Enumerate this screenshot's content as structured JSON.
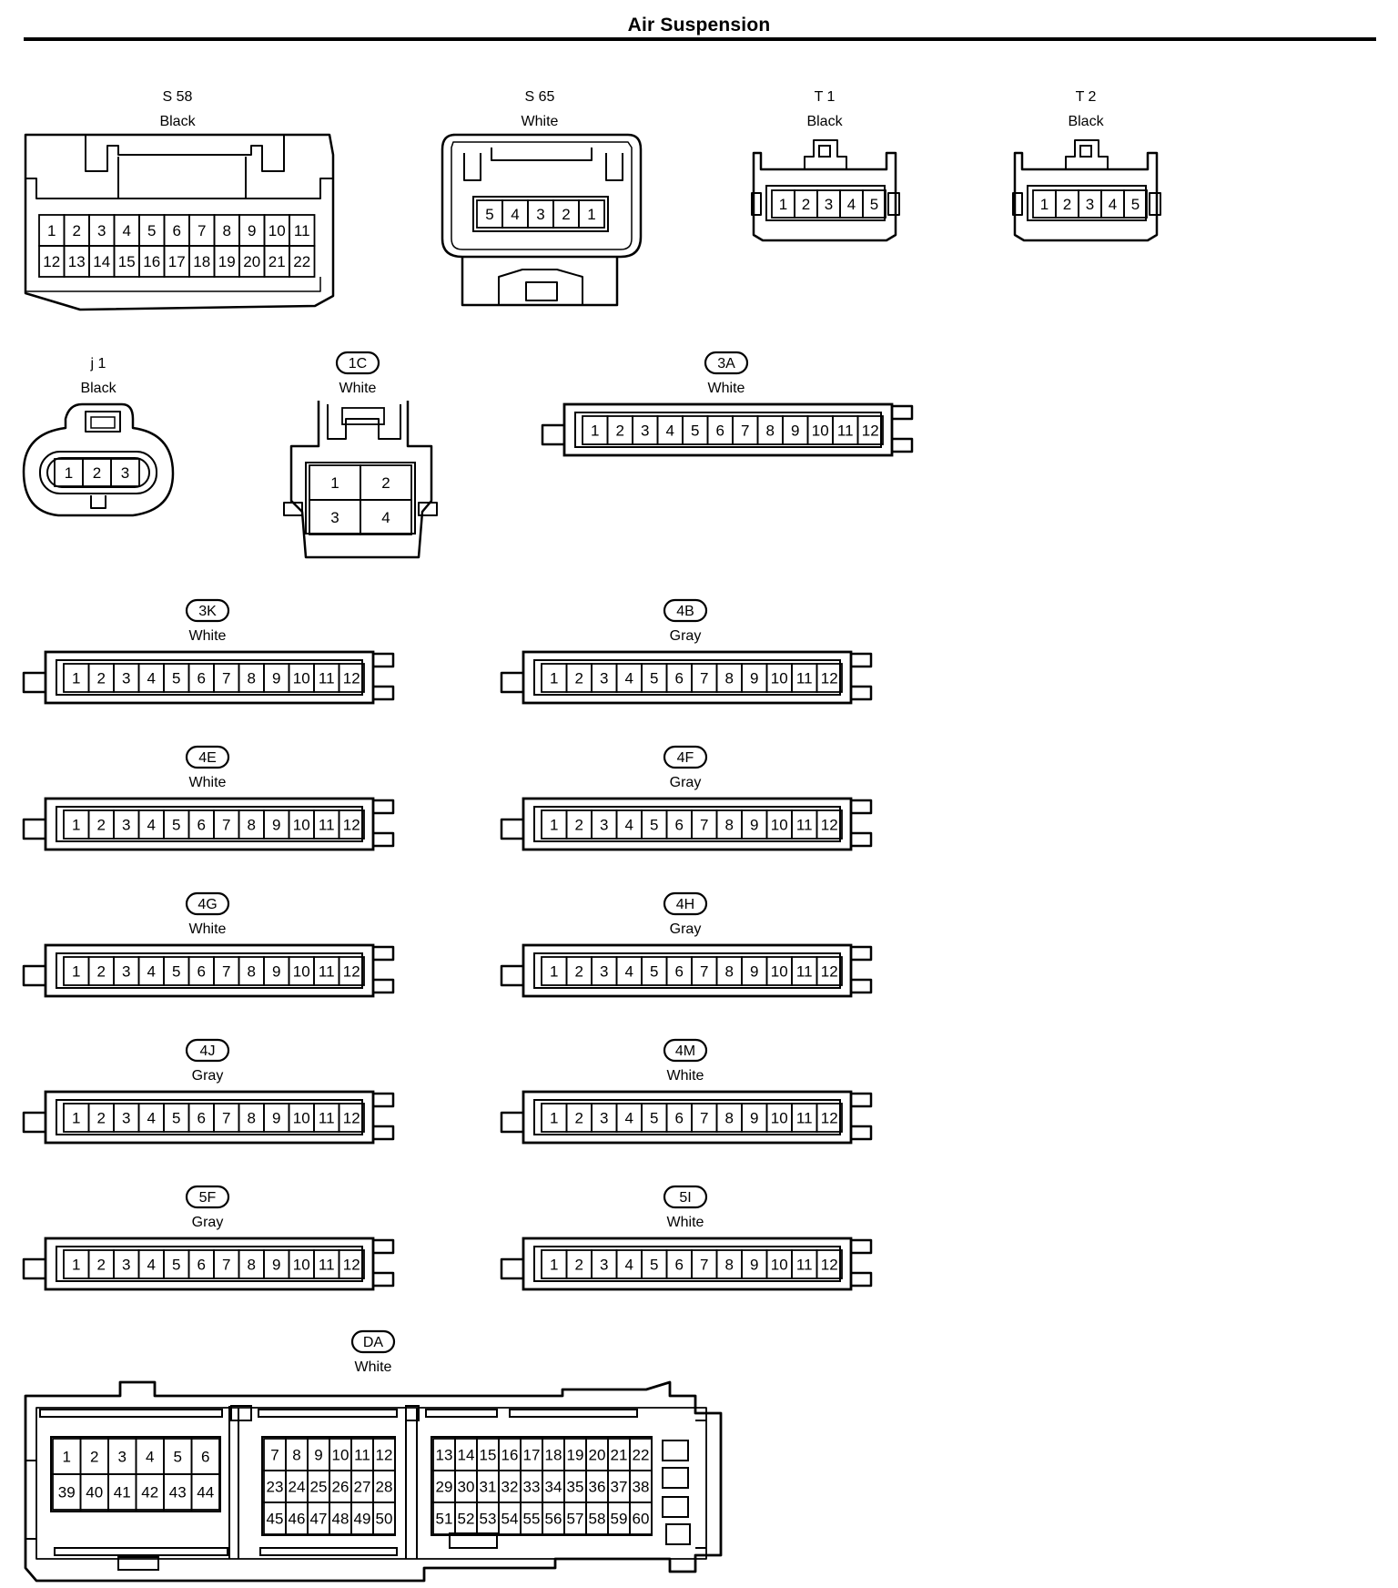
{
  "title": "Air Suspension",
  "connectors": [
    {
      "code": "S 58",
      "color": "Black",
      "style": "plain",
      "pins": [
        [
          "1",
          "2",
          "3",
          "4",
          "5",
          "6",
          "7",
          "8",
          "9",
          "10",
          "11"
        ],
        [
          "12",
          "13",
          "14",
          "15",
          "16",
          "17",
          "18",
          "19",
          "20",
          "21",
          "22"
        ]
      ]
    },
    {
      "code": "S 65",
      "color": "White",
      "style": "plain",
      "pins": [
        [
          "5",
          "4",
          "3",
          "2",
          "1"
        ]
      ]
    },
    {
      "code": "T 1",
      "color": "Black",
      "style": "plain",
      "pins": [
        [
          "1",
          "2",
          "3",
          "4",
          "5"
        ]
      ]
    },
    {
      "code": "T 2",
      "color": "Black",
      "style": "plain",
      "pins": [
        [
          "1",
          "2",
          "3",
          "4",
          "5"
        ]
      ]
    },
    {
      "code": "j 1",
      "color": "Black",
      "style": "plain",
      "pins": [
        [
          "1",
          "2",
          "3"
        ]
      ]
    },
    {
      "code": "1C",
      "color": "White",
      "style": "oval",
      "pins": [
        [
          "1",
          "2"
        ],
        [
          "3",
          "4"
        ]
      ]
    },
    {
      "code": "3A",
      "color": "White",
      "style": "oval",
      "pins": [
        [
          "1",
          "2",
          "3",
          "4",
          "5",
          "6",
          "7",
          "8",
          "9",
          "10",
          "11",
          "12"
        ]
      ]
    },
    {
      "code": "3K",
      "color": "White",
      "style": "oval",
      "pins": [
        [
          "1",
          "2",
          "3",
          "4",
          "5",
          "6",
          "7",
          "8",
          "9",
          "10",
          "11",
          "12"
        ]
      ]
    },
    {
      "code": "4B",
      "color": "Gray",
      "style": "oval",
      "pins": [
        [
          "1",
          "2",
          "3",
          "4",
          "5",
          "6",
          "7",
          "8",
          "9",
          "10",
          "11",
          "12"
        ]
      ]
    },
    {
      "code": "4E",
      "color": "White",
      "style": "oval",
      "pins": [
        [
          "1",
          "2",
          "3",
          "4",
          "5",
          "6",
          "7",
          "8",
          "9",
          "10",
          "11",
          "12"
        ]
      ]
    },
    {
      "code": "4F",
      "color": "Gray",
      "style": "oval",
      "pins": [
        [
          "1",
          "2",
          "3",
          "4",
          "5",
          "6",
          "7",
          "8",
          "9",
          "10",
          "11",
          "12"
        ]
      ]
    },
    {
      "code": "4G",
      "color": "White",
      "style": "oval",
      "pins": [
        [
          "1",
          "2",
          "3",
          "4",
          "5",
          "6",
          "7",
          "8",
          "9",
          "10",
          "11",
          "12"
        ]
      ]
    },
    {
      "code": "4H",
      "color": "Gray",
      "style": "oval",
      "pins": [
        [
          "1",
          "2",
          "3",
          "4",
          "5",
          "6",
          "7",
          "8",
          "9",
          "10",
          "11",
          "12"
        ]
      ]
    },
    {
      "code": "4J",
      "color": "Gray",
      "style": "oval",
      "pins": [
        [
          "1",
          "2",
          "3",
          "4",
          "5",
          "6",
          "7",
          "8",
          "9",
          "10",
          "11",
          "12"
        ]
      ]
    },
    {
      "code": "4M",
      "color": "White",
      "style": "oval",
      "pins": [
        [
          "1",
          "2",
          "3",
          "4",
          "5",
          "6",
          "7",
          "8",
          "9",
          "10",
          "11",
          "12"
        ]
      ]
    },
    {
      "code": "5F",
      "color": "Gray",
      "style": "oval",
      "pins": [
        [
          "1",
          "2",
          "3",
          "4",
          "5",
          "6",
          "7",
          "8",
          "9",
          "10",
          "11",
          "12"
        ]
      ]
    },
    {
      "code": "5I",
      "color": "White",
      "style": "oval",
      "pins": [
        [
          "1",
          "2",
          "3",
          "4",
          "5",
          "6",
          "7",
          "8",
          "9",
          "10",
          "11",
          "12"
        ]
      ]
    },
    {
      "code": "DA",
      "color": "White",
      "style": "oval",
      "pin_groups": [
        [
          [
            "1",
            "2",
            "3",
            "4",
            "5",
            "6"
          ],
          [
            "39",
            "40",
            "41",
            "42",
            "43",
            "44"
          ]
        ],
        [
          [
            "7",
            "8",
            "9",
            "10",
            "11",
            "12"
          ],
          [
            "23",
            "24",
            "25",
            "26",
            "27",
            "28"
          ],
          [
            "45",
            "46",
            "47",
            "48",
            "49",
            "50"
          ]
        ],
        [
          [
            "13",
            "14",
            "15",
            "16",
            "17",
            "18",
            "19",
            "20",
            "21",
            "22"
          ],
          [
            "29",
            "30",
            "31",
            "32",
            "33",
            "34",
            "35",
            "36",
            "37",
            "38"
          ],
          [
            "51",
            "52",
            "53",
            "54",
            "55",
            "56",
            "57",
            "58",
            "59",
            "60"
          ]
        ]
      ]
    }
  ]
}
